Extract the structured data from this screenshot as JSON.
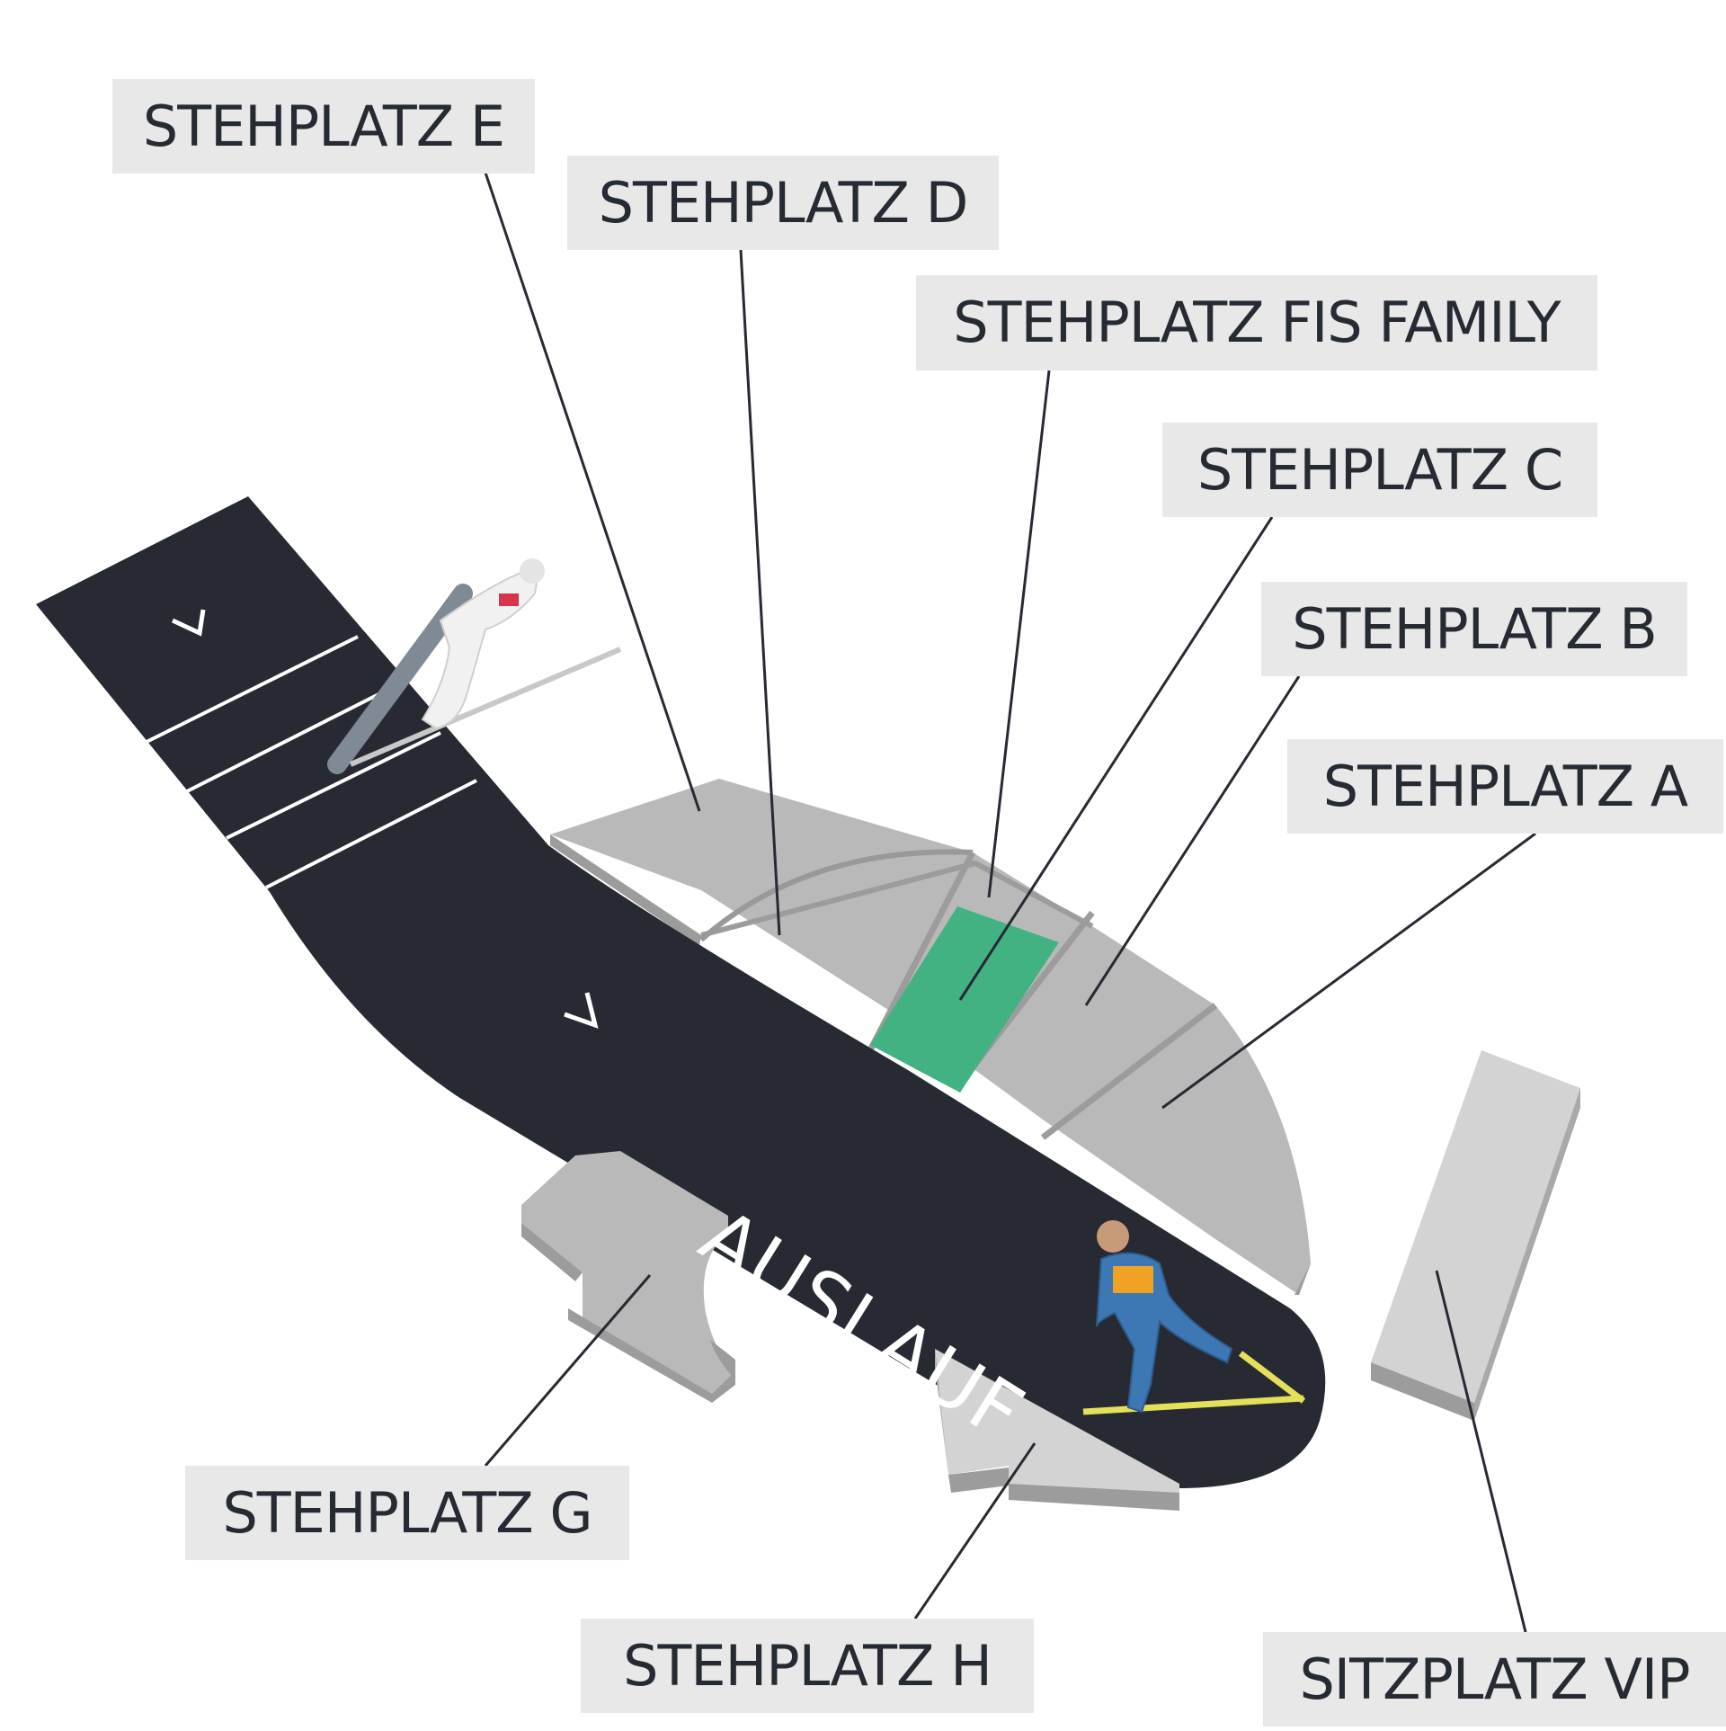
{
  "map": {
    "title": "",
    "colors": {
      "runway": "#272a33",
      "stand": "#b9b9b9",
      "stand_dark": "#9c9c9c",
      "stand_light": "#d3d3d3",
      "highlight": "#43b283",
      "label_bg": "#e8e8e8",
      "text": "#262a33"
    },
    "runway_label": "AUSLAUF",
    "sections": {
      "e": "STEHPLATZ E",
      "d": "STEHPLATZ D",
      "fis": "STEHPLATZ FIS FAMILY",
      "c": "STEHPLATZ C",
      "b": "STEHPLATZ B",
      "a": "STEHPLATZ A",
      "g": "STEHPLATZ G",
      "h": "STEHPLATZ H",
      "vip": "SITZPLATZ VIP"
    },
    "highlighted_section": "STEHPLATZ FIS FAMILY"
  }
}
